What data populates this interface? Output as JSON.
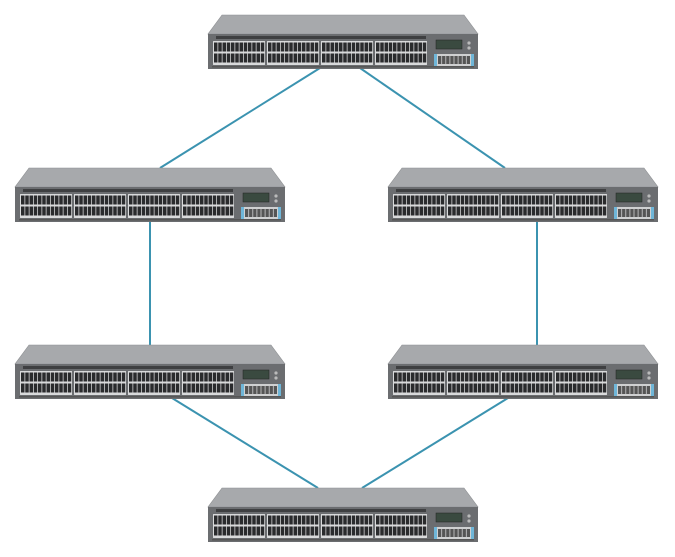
{
  "diagram": {
    "type": "network-ring-topology",
    "node_icon": "ethernet-switch-icon",
    "nodes": [
      {
        "id": "top"
      },
      {
        "id": "middle-left"
      },
      {
        "id": "middle-right"
      },
      {
        "id": "lower-left"
      },
      {
        "id": "lower-right"
      },
      {
        "id": "bottom"
      }
    ],
    "links": [
      {
        "from": "top",
        "to": "middle-left"
      },
      {
        "from": "top",
        "to": "middle-right"
      },
      {
        "from": "middle-left",
        "to": "lower-left"
      },
      {
        "from": "middle-right",
        "to": "lower-right"
      },
      {
        "from": "lower-left",
        "to": "bottom"
      },
      {
        "from": "lower-right",
        "to": "bottom"
      }
    ],
    "colors": {
      "link": "#3b93b0",
      "chassis_top": "#a7a9ac",
      "chassis_front": "#6b6d70",
      "port": "#2a2b2d",
      "sfp_accent": "#6fb6d8"
    }
  }
}
